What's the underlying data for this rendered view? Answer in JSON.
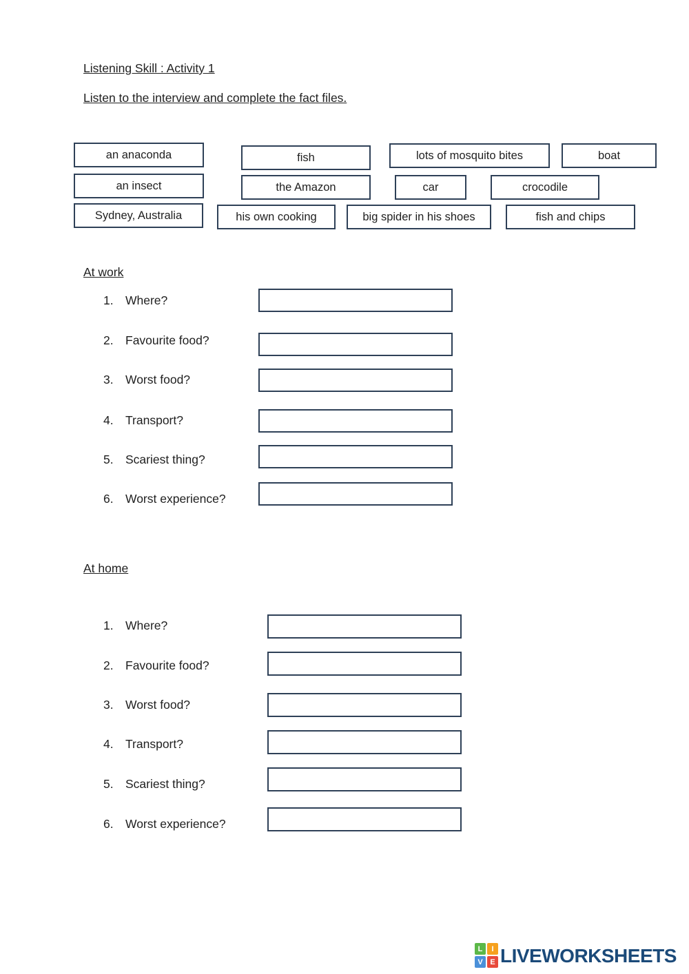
{
  "document": {
    "title": "Listening Skill : Activity 1",
    "instructions": "Listen to the interview and complete the fact files."
  },
  "word_bank": {
    "rows": [
      [
        "an anaconda",
        "fish",
        "lots of mosquito bites",
        "boat"
      ],
      [
        "an insect",
        "the Amazon",
        "car",
        "crocodile"
      ],
      [
        "Sydney, Australia",
        "his own cooking",
        "big spider in his shoes",
        "fish and chips"
      ]
    ]
  },
  "sections": [
    {
      "heading": "At work",
      "questions": [
        {
          "number": "1.",
          "label": "Where?"
        },
        {
          "number": "2.",
          "label": "Favourite food?"
        },
        {
          "number": "3.",
          "label": "Worst food?"
        },
        {
          "number": "4.",
          "label": "Transport?"
        },
        {
          "number": "5.",
          "label": "Scariest thing?"
        },
        {
          "number": "6.",
          "label": "Worst experience?"
        }
      ]
    },
    {
      "heading": "At home",
      "questions": [
        {
          "number": "1.",
          "label": "Where?"
        },
        {
          "number": "2.",
          "label": "Favourite food?"
        },
        {
          "number": "3.",
          "label": "Worst food?"
        },
        {
          "number": "4.",
          "label": "Transport?"
        },
        {
          "number": "5.",
          "label": "Scariest thing?"
        },
        {
          "number": "6.",
          "label": "Worst experience?"
        }
      ]
    }
  ],
  "answers": {
    "work": [
      "",
      "",
      "",
      "",
      "",
      ""
    ],
    "home": [
      "",
      "",
      "",
      "",
      "",
      ""
    ]
  },
  "footer": {
    "brand": "LIVEWORKSHEETS",
    "logo_letters": [
      "L",
      "I",
      "V",
      "E"
    ],
    "logo_colors": {
      "l": "#5cb848",
      "i": "#f6a11e",
      "v": "#4a90d9",
      "e": "#e8493a"
    },
    "brand_color": "#1b4a79"
  },
  "colors": {
    "box_border": "#2e4057",
    "text": "#1f1f1f",
    "background": "#ffffff"
  }
}
